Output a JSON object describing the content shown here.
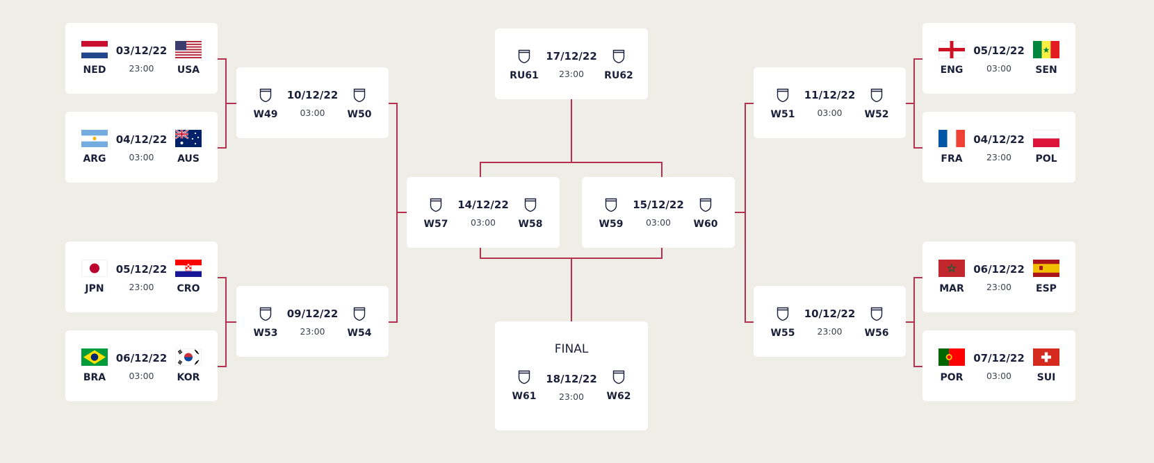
{
  "colors": {
    "background": "#eeede6",
    "card": "#ffffff",
    "connector": "#b5304f",
    "text": "#1a1f3a"
  },
  "round_of_16": {
    "m1": {
      "home": "NED",
      "away": "USA",
      "date": "03/12/22",
      "time": "23:00",
      "home_icon": "netherlands-flag-icon",
      "away_icon": "usa-flag-icon"
    },
    "m2": {
      "home": "ARG",
      "away": "AUS",
      "date": "04/12/22",
      "time": "03:00",
      "home_icon": "argentina-flag-icon",
      "away_icon": "australia-flag-icon"
    },
    "m3": {
      "home": "JPN",
      "away": "CRO",
      "date": "05/12/22",
      "time": "23:00",
      "home_icon": "japan-flag-icon",
      "away_icon": "croatia-flag-icon"
    },
    "m4": {
      "home": "BRA",
      "away": "KOR",
      "date": "06/12/22",
      "time": "03:00",
      "home_icon": "brazil-flag-icon",
      "away_icon": "korea-flag-icon"
    },
    "m5": {
      "home": "ENG",
      "away": "SEN",
      "date": "05/12/22",
      "time": "03:00",
      "home_icon": "england-flag-icon",
      "away_icon": "senegal-flag-icon"
    },
    "m6": {
      "home": "FRA",
      "away": "POL",
      "date": "04/12/22",
      "time": "23:00",
      "home_icon": "france-flag-icon",
      "away_icon": "poland-flag-icon"
    },
    "m7": {
      "home": "MAR",
      "away": "ESP",
      "date": "06/12/22",
      "time": "23:00",
      "home_icon": "morocco-flag-icon",
      "away_icon": "spain-flag-icon"
    },
    "m8": {
      "home": "POR",
      "away": "SUI",
      "date": "07/12/22",
      "time": "03:00",
      "home_icon": "portugal-flag-icon",
      "away_icon": "switzerland-flag-icon"
    }
  },
  "quarter_finals": {
    "q1": {
      "home": "W49",
      "away": "W50",
      "date": "10/12/22",
      "time": "03:00"
    },
    "q2": {
      "home": "W53",
      "away": "W54",
      "date": "09/12/22",
      "time": "23:00"
    },
    "q3": {
      "home": "W51",
      "away": "W52",
      "date": "11/12/22",
      "time": "03:00"
    },
    "q4": {
      "home": "W55",
      "away": "W56",
      "date": "10/12/22",
      "time": "23:00"
    }
  },
  "semi_finals": {
    "s1": {
      "home": "W57",
      "away": "W58",
      "date": "14/12/22",
      "time": "03:00"
    },
    "s2": {
      "home": "W59",
      "away": "W60",
      "date": "15/12/22",
      "time": "03:00"
    }
  },
  "third_place": {
    "home": "RU61",
    "away": "RU62",
    "date": "17/12/22",
    "time": "23:00"
  },
  "final": {
    "title": "FINAL",
    "home": "W61",
    "away": "W62",
    "date": "18/12/22",
    "time": "23:00"
  },
  "shield_icon": "shield-icon"
}
